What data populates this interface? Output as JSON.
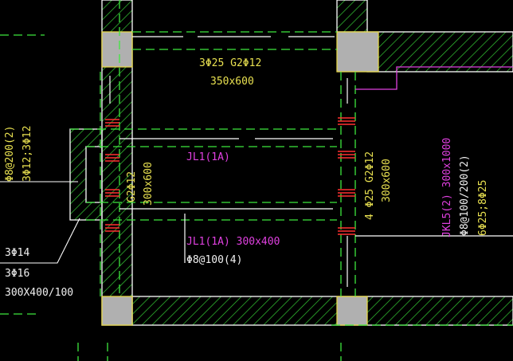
{
  "colors": {
    "background": "#000000",
    "wall_outline": "#ffffff",
    "hatch": "#34c934",
    "column_fill": "#b0b0b0",
    "column_edge": "#e6d84a",
    "beam_dashed": "#3ee83e",
    "beam_center": "#ffffff",
    "rebar_mark": "#ff3030",
    "yellow_text": "#e8e050",
    "magenta_text": "#e040e0",
    "white_text": "#f0f0f0"
  },
  "annotations": {
    "top_beam_reinf": "3Φ25 G2Φ12",
    "top_beam_size": "350x600",
    "left_beam_reinf": "G2Φ12",
    "left_beam_size": "300x600",
    "jl1_label_center": "JL1(1A)",
    "right_beam_reinf": "4 Φ25 G2Φ12",
    "right_beam_size": "300x600",
    "jl1_label_bottom": "JL1(1A) 300x400",
    "jl1_stirrup": "Φ8@100(4)",
    "jkl5_label": "JKL5(2) 300x1000",
    "jkl5_stirrup": "Φ8@100/200(2)",
    "jkl5_reinf": "6Φ25;8Φ25",
    "left_stirrup_vertical": "Φ8@200(2)",
    "left_reinf_vertical": "3Φ12;3Φ12",
    "left_note_1": "3Φ14",
    "left_note_2": "3Φ16",
    "left_note_3": "300X400/100"
  }
}
